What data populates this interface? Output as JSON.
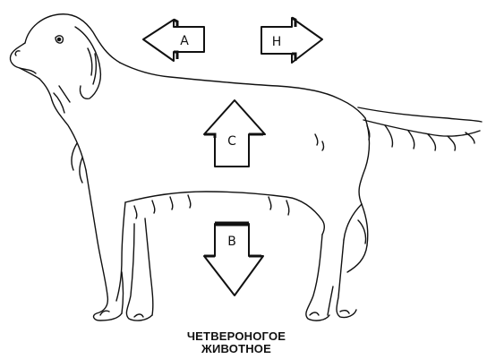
{
  "arrows": {
    "a": {
      "label": "A",
      "direction": "left"
    },
    "h": {
      "label": "H",
      "direction": "right"
    },
    "c": {
      "label": "C",
      "direction": "up"
    },
    "b": {
      "label": "B",
      "direction": "down"
    }
  },
  "caption": {
    "line1": "ЧЕТВЕРОНОГОЕ",
    "line2": "ЖИВОТНОЕ"
  }
}
